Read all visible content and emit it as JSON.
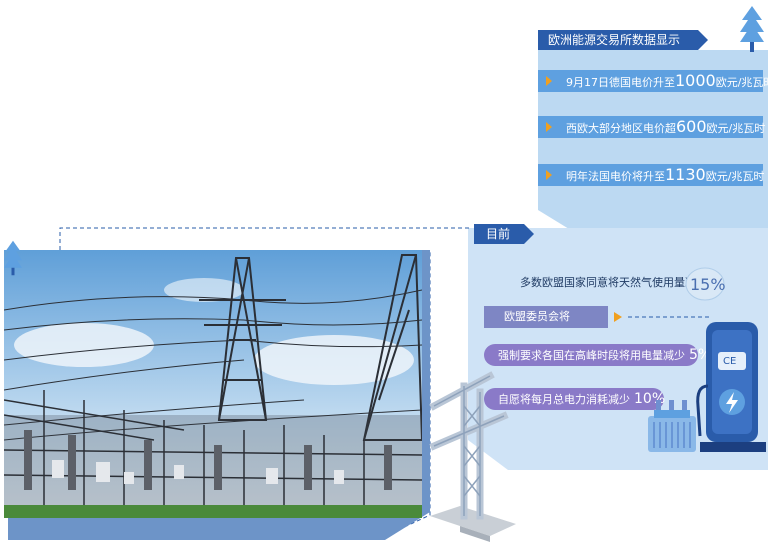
{
  "top": {
    "header": "欧洲能源交易所数据显示",
    "items": [
      {
        "pre": "9月17日德国电价升至",
        "num": "1000",
        "post": "欧元/兆瓦时"
      },
      {
        "pre": "西欧大部分地区电价超",
        "num": "600",
        "post": "欧元/兆瓦时"
      },
      {
        "pre": "明年法国电价将升至",
        "num": "1130",
        "post": "欧元/兆瓦时"
      }
    ]
  },
  "current": {
    "header": "目前",
    "gas_text": "多数欧盟国家同意将天然气使用量减少",
    "gas_pct": "15%",
    "commission_label": "欧盟委员会将",
    "mandatory_text": "强制要求各国在高峰时段将用电量减少",
    "mandatory_pct": "5%",
    "voluntary_text": "自愿将每月总电力消耗减少",
    "voluntary_pct": "10%"
  },
  "charger": {
    "display": "CE"
  },
  "colors": {
    "light_blue": "#bcd9f2",
    "mid_blue": "#5ea0e0",
    "dark_blue": "#2a5caa",
    "purple": "#8a7ac8"
  }
}
